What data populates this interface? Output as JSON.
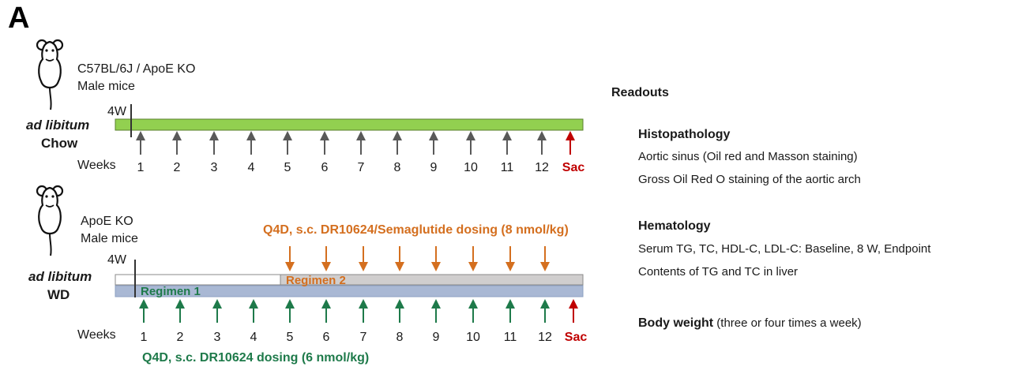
{
  "panel_label": "A",
  "top": {
    "strain": "C57BL/6J / ApoE KO",
    "sex": "Male mice",
    "acclim": "4W",
    "diet_mode": "ad libitum",
    "diet": "Chow",
    "weeks_label": "Weeks",
    "weeks": [
      "1",
      "2",
      "3",
      "4",
      "5",
      "6",
      "7",
      "8",
      "9",
      "10",
      "11",
      "12"
    ],
    "sac": "Sac",
    "bar_color": "#92d050"
  },
  "bottom": {
    "strain": "ApoE KO",
    "sex": "Male mice",
    "acclim": "4W",
    "diet_mode": "ad libitum",
    "diet": "WD",
    "dosing2": "Q4D, s.c. DR10624/Semaglutide dosing (8 nmol/kg)",
    "regimen2": "Regimen 2",
    "regimen1": "Regimen 1",
    "weeks_label": "Weeks",
    "weeks": [
      "1",
      "2",
      "3",
      "4",
      "5",
      "6",
      "7",
      "8",
      "9",
      "10",
      "11",
      "12"
    ],
    "sac": "Sac",
    "dosing1": "Q4D, s.c. DR10624 dosing (6 nmol/kg)",
    "regimen1_color": "#a9b8d4",
    "regimen2_color": "#d0cece",
    "orange": "#d46f1f",
    "green": "#1e7a4a"
  },
  "sac_color": "#c00000",
  "readouts": {
    "title": "Readouts",
    "histo_title": "Histopathology",
    "histo_items": [
      "Aortic sinus (Oil red and Masson staining)",
      "Gross Oil Red O staining of the aortic arch"
    ],
    "hema_title": "Hematology",
    "hema_items": [
      "Serum TG, TC, HDL-C, LDL-C: Baseline, 8 W, Endpoint",
      "Contents of TG and TC in liver"
    ],
    "bw_title": "Body weight",
    "bw_note": " (three or four times a week)"
  }
}
